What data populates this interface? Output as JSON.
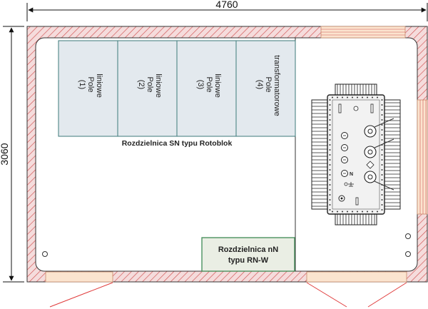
{
  "dimensions": {
    "width": "4760",
    "height": "3060"
  },
  "switchgear_sn": {
    "caption": "Rozdzielnica SN typu Rotoblok",
    "fields": [
      {
        "num": "(1)",
        "line1": "Pole",
        "line2": "liniowe"
      },
      {
        "num": "(2)",
        "line1": "Pole",
        "line2": "liniowe"
      },
      {
        "num": "(3)",
        "line1": "Pole",
        "line2": "liniowe"
      },
      {
        "num": "(4)",
        "line1": "Pole",
        "line2": "transformatorowe"
      }
    ]
  },
  "switchgear_nn": {
    "line1": "Rozdzielnica nN",
    "line2": "typu RN-W"
  },
  "transformer": {
    "neutral_label": "N"
  },
  "colors": {
    "wall_fill": "#f5dcdc",
    "wall_hatch": "#d05050",
    "panel_fill": "#e3e9ee",
    "panel_stroke": "#3d7a7a",
    "nn_fill": "#eaeee4",
    "nn_stroke": "#3f8a55",
    "door_fill": "#fbe4cf",
    "door_swing": "#e03a3a"
  }
}
